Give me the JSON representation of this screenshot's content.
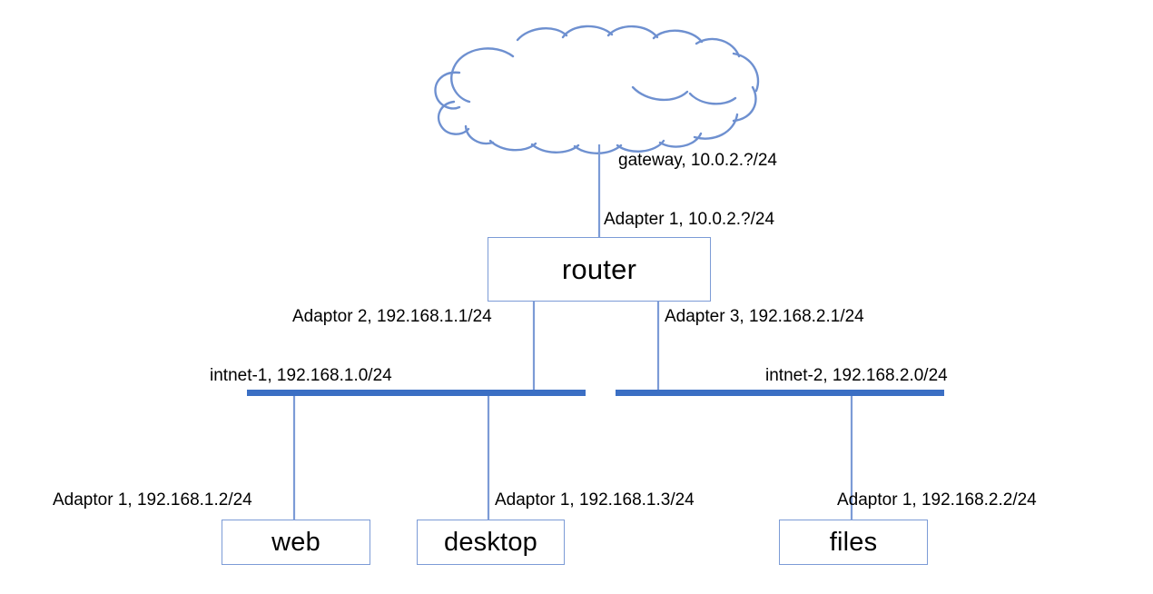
{
  "diagram": {
    "title": "Network topology with router, two internal networks and three hosts",
    "type": "network-topology",
    "colors": {
      "cloud_stroke": "#6E90D0",
      "box_stroke": "#7C9BD6",
      "thin_line": "#7C9BD6",
      "bus_bar": "#3B6FC4",
      "text": "#000000",
      "background": "#FFFFFF"
    }
  },
  "nodes": {
    "internet_cloud": {
      "icon": "cloud-icon",
      "label": ""
    },
    "router": {
      "label": "router"
    },
    "web": {
      "label": "web"
    },
    "desktop": {
      "label": "desktop"
    },
    "files": {
      "label": "files"
    }
  },
  "networks": {
    "intnet1": {
      "label": "intnet-1, 192.168.1.0/24",
      "name": "intnet-1",
      "subnet": "192.168.1.0/24"
    },
    "intnet2": {
      "label": "intnet-2, 192.168.2.0/24",
      "name": "intnet-2",
      "subnet": "192.168.2.0/24"
    }
  },
  "edge_labels": {
    "gateway": "gateway, 10.0.2.?/24",
    "router_adapter1": "Adapter 1, 10.0.2.?/24",
    "router_adaptor2": "Adaptor 2, 192.168.1.1/24",
    "router_adapter3": "Adapter 3, 192.168.2.1/24",
    "web_adaptor1": "Adaptor 1, 192.168.1.2/24",
    "desktop_adaptor1": "Adaptor 1, 192.168.1.3/24",
    "files_adaptor1": "Adaptor 1, 192.168.2.2/24"
  }
}
